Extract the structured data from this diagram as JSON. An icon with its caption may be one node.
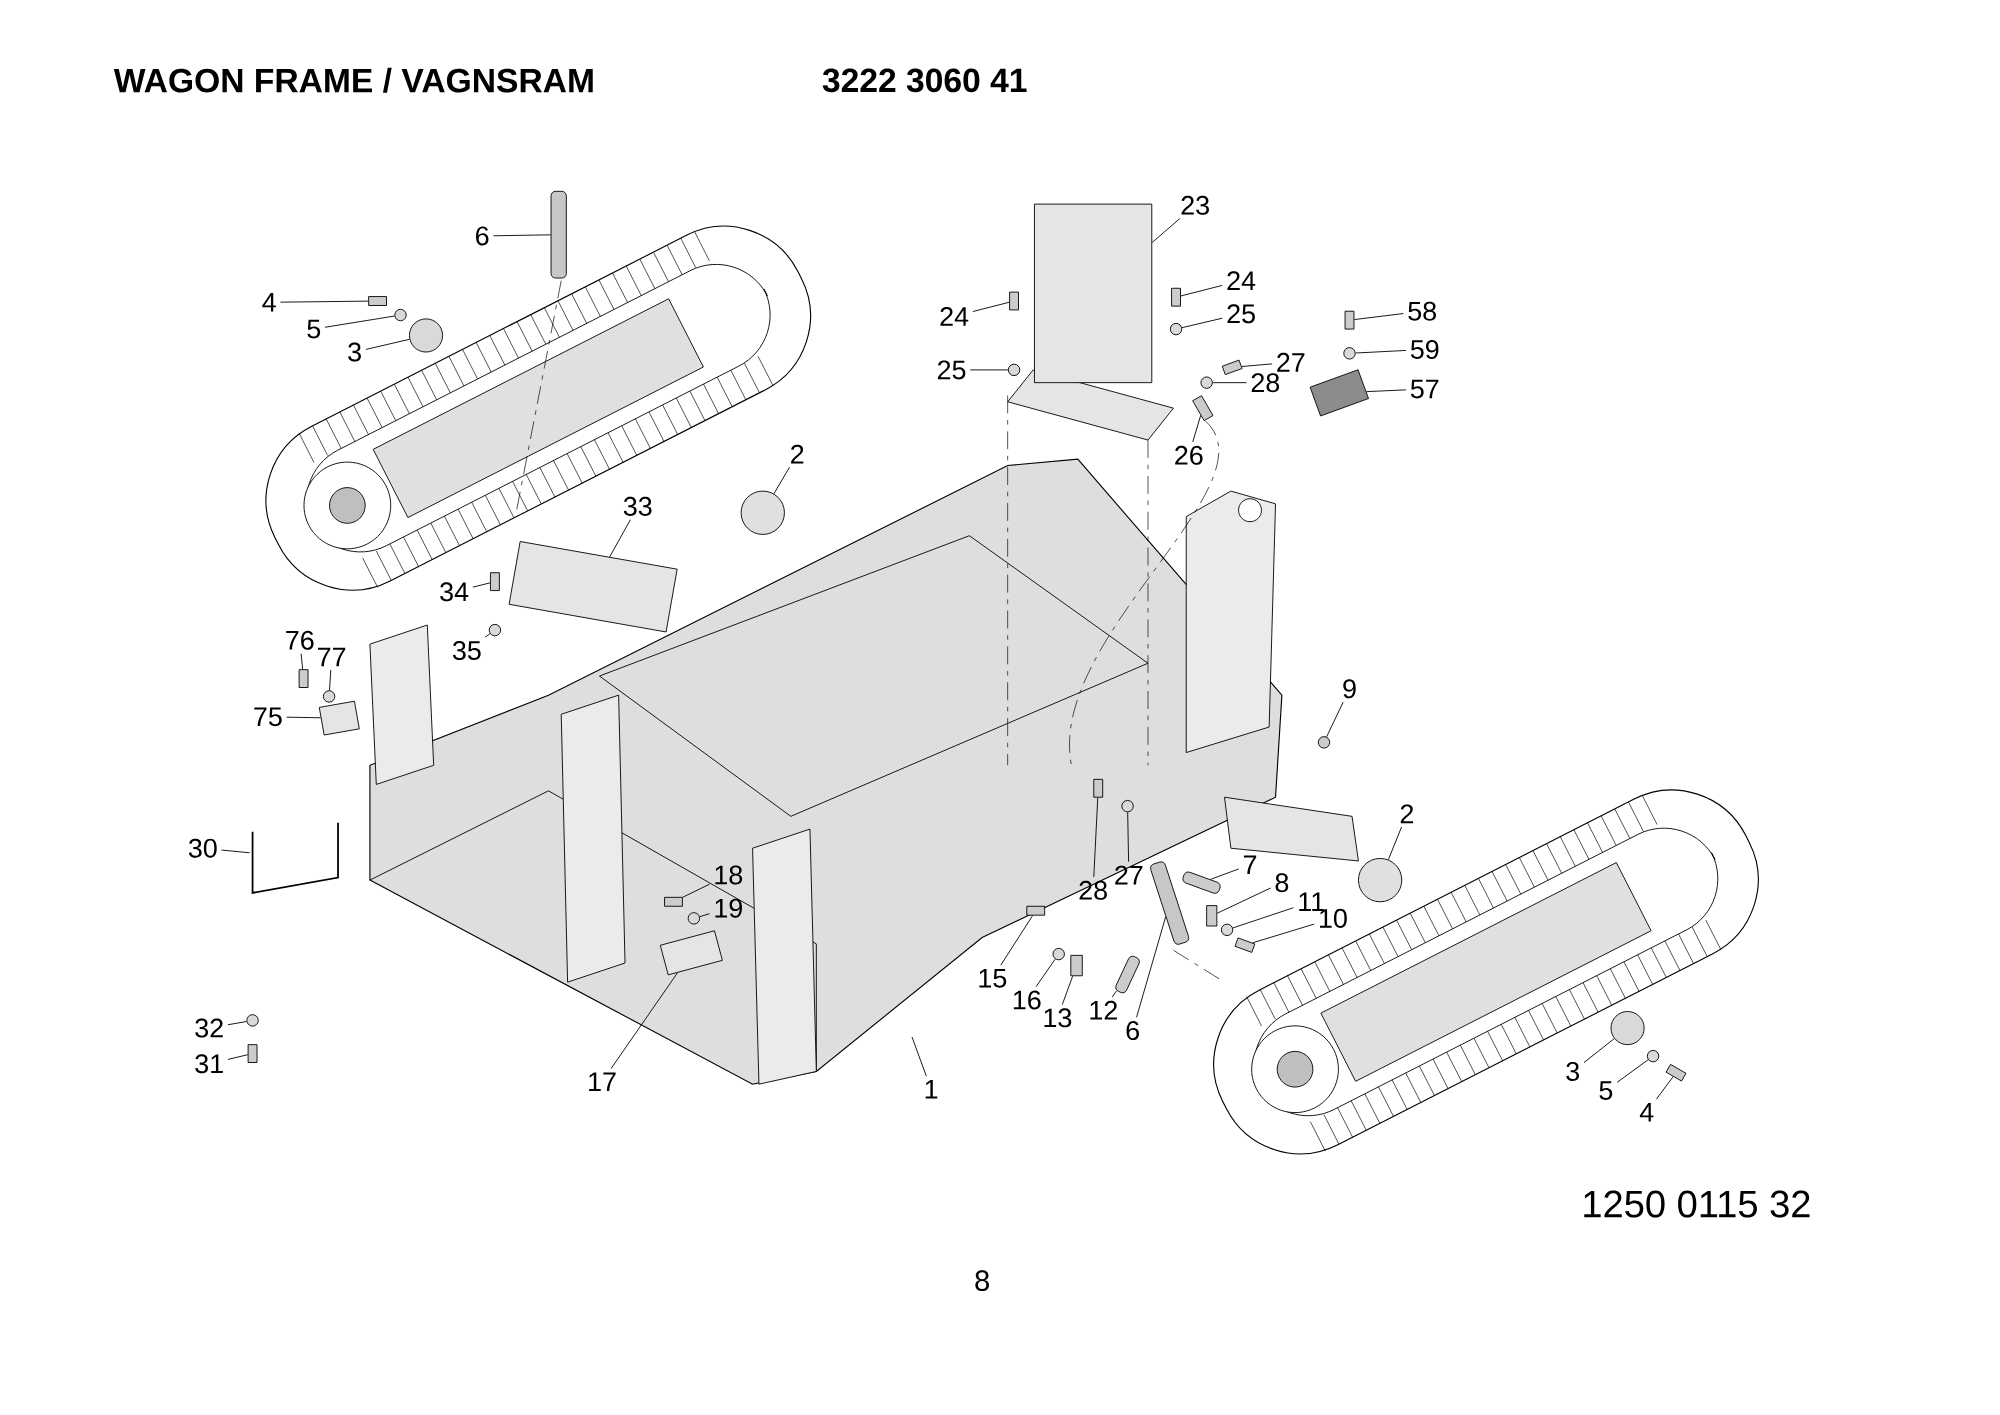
{
  "diagram": {
    "title": "WAGON FRAME / VAGNSRAM",
    "nodes": [
      {
        "text": [
          "6"
        ]
      },
      {
        "text": [
          "4"
        ]
      },
      {
        "text": [
          "5"
        ]
      },
      {
        "text": [
          "3"
        ]
      },
      {
        "text": [
          "23"
        ]
      },
      {
        "text": [
          "24"
        ]
      },
      {
        "text": [
          "24"
        ]
      },
      {
        "text": [
          "25"
        ]
      },
      {
        "text": [
          "25"
        ]
      },
      {
        "text": [
          "27"
        ]
      },
      {
        "text": [
          "28"
        ]
      },
      {
        "text": [
          "58"
        ]
      },
      {
        "text": [
          "59"
        ]
      },
      {
        "text": [
          "57"
        ]
      },
      {
        "text": [
          "26"
        ]
      },
      {
        "text": [
          "2"
        ]
      },
      {
        "text": [
          "33"
        ]
      },
      {
        "text": [
          "34"
        ]
      },
      {
        "text": [
          "35"
        ]
      },
      {
        "text": [
          "76"
        ]
      },
      {
        "text": [
          "77"
        ]
      },
      {
        "text": [
          "75"
        ]
      },
      {
        "text": [
          "9"
        ]
      },
      {
        "text": [
          "2"
        ]
      },
      {
        "text": [
          "30"
        ]
      },
      {
        "text": [
          "18"
        ]
      },
      {
        "text": [
          "19"
        ]
      },
      {
        "text": [
          "28"
        ]
      },
      {
        "text": [
          "27"
        ]
      },
      {
        "text": [
          "7"
        ]
      },
      {
        "text": [
          "8"
        ]
      },
      {
        "text": [
          "11"
        ]
      },
      {
        "text": [
          "10"
        ]
      },
      {
        "text": [
          "15"
        ]
      },
      {
        "text": [
          "16"
        ]
      },
      {
        "text": [
          "13"
        ]
      },
      {
        "text": [
          "12"
        ]
      },
      {
        "text": [
          "6"
        ]
      },
      {
        "text": [
          "32"
        ]
      },
      {
        "text": [
          "31"
        ]
      },
      {
        "text": [
          "17"
        ]
      },
      {
        "text": [
          "1"
        ]
      },
      {
        "text": [
          "3"
        ]
      },
      {
        "text": [
          "5"
        ]
      },
      {
        "text": [
          "4"
        ]
      },
      {
        "text": [],
        "shape": "box"
      },
      {
        "text": [],
        "shape": "circle"
      },
      {
        "text": [],
        "shape": "circle"
      },
      {
        "text": [],
        "shape": "circle"
      },
      {
        "text": [],
        "shape": "box"
      },
      {
        "text": [],
        "shape": "circle"
      },
      {
        "text": [],
        "shape": "cylinder"
      },
      {
        "text": [],
        "shape": "circle"
      },
      {
        "text": [],
        "shape": "circle"
      },
      {
        "text": [],
        "shape": "box"
      },
      {
        "text": [],
        "shape": "cylinder"
      },
      {
        "text": [],
        "shape": "cylinder"
      },
      {
        "text": [],
        "shape": "box"
      },
      {
        "text": [],
        "shape": "box"
      },
      {
        "text": [],
        "shape": "box"
      },
      {
        "text": [],
        "shape": "box"
      },
      {
        "text": [],
        "shape": "circle"
      },
      {
        "text": [],
        "shape": "box"
      },
      {
        "text": [],
        "shape": "box"
      },
      {
        "text": [],
        "shape": "box"
      },
      {
        "text": [],
        "shape": "circle"
      },
      {
        "text": [],
        "shape": "circle"
      },
      {
        "text": [],
        "shape": "box"
      },
      {
        "text": [],
        "shape": "box"
      },
      {
        "text": [],
        "shape": "box"
      },
      {
        "text": [],
        "shape": "circle"
      },
      {
        "text": [],
        "shape": "box"
      },
      {
        "text": [],
        "shape": "circle"
      },
      {
        "text": [],
        "shape": "circle"
      },
      {
        "text": [],
        "shape": "circle"
      },
      {
        "text": [],
        "shape": "picture"
      },
      {
        "text": [],
        "shape": "box"
      },
      {
        "text": [],
        "shape": "circle"
      },
      {
        "text": [],
        "shape": "box"
      },
      {
        "text": [],
        "shape": "circle"
      },
      {
        "text": [],
        "shape": "cylinder"
      },
      {
        "text": [],
        "shape": "box"
      },
      {
        "text": [],
        "shape": "circle"
      },
      {
        "text": [],
        "shape": "box"
      },
      {
        "text": [],
        "shape": "box"
      },
      {
        "text": [],
        "shape": "circle"
      },
      {
        "text": [],
        "shape": "box"
      },
      {
        "text": [],
        "shape": "circle"
      },
      {
        "text": [],
        "shape": "box"
      }
    ],
    "edges": [
      {
        "from": 0,
        "to": 56,
        "arrow": "none"
      },
      {
        "from": 1,
        "to": 45,
        "arrow": "none"
      },
      {
        "from": 2,
        "to": 46,
        "arrow": "none"
      },
      {
        "from": 3,
        "to": 47,
        "arrow": "none"
      },
      {
        "from": 4,
        "to": 62,
        "arrow": "none"
      },
      {
        "from": 5,
        "to": 63,
        "arrow": "none"
      },
      {
        "from": 6,
        "to": 64,
        "arrow": "none"
      },
      {
        "from": 7,
        "to": 65,
        "arrow": "none"
      },
      {
        "from": 8,
        "to": 66,
        "arrow": "none"
      },
      {
        "from": 9,
        "to": 49,
        "arrow": "none"
      },
      {
        "from": 10,
        "to": 50,
        "arrow": "none"
      },
      {
        "from": 11,
        "to": 60,
        "arrow": "none"
      },
      {
        "from": 12,
        "to": 61,
        "arrow": "none"
      },
      {
        "from": 13,
        "to": 57,
        "arrow": "none"
      },
      {
        "from": 14,
        "to": 67,
        "arrow": "none"
      },
      {
        "from": 15,
        "to": 48,
        "arrow": "none"
      },
      {
        "from": 16,
        "to": 68,
        "arrow": "none"
      },
      {
        "from": 17,
        "to": 69,
        "arrow": "none"
      },
      {
        "from": 18,
        "to": 70,
        "arrow": "none"
      },
      {
        "from": 19,
        "to": 71,
        "arrow": "none"
      },
      {
        "from": 20,
        "to": 72,
        "arrow": "none"
      },
      {
        "from": 21,
        "to": 59,
        "arrow": "none"
      },
      {
        "from": 22,
        "to": 73,
        "arrow": "none"
      },
      {
        "from": 23,
        "to": 74,
        "arrow": "none"
      },
      {
        "from": 24,
        "to": 75,
        "arrow": "none"
      },
      {
        "from": 25,
        "to": 76,
        "arrow": "none"
      },
      {
        "from": 26,
        "to": 77,
        "arrow": "none"
      },
      {
        "from": 27,
        "to": 78,
        "arrow": "none"
      },
      {
        "from": 28,
        "to": 79,
        "arrow": "none"
      },
      {
        "from": 29,
        "to": 80,
        "arrow": "none"
      },
      {
        "from": 30,
        "to": 81,
        "arrow": "none"
      },
      {
        "from": 31,
        "to": 82,
        "arrow": "none"
      },
      {
        "from": 32,
        "to": 83,
        "arrow": "none"
      },
      {
        "from": 33,
        "to": 84,
        "arrow": "none"
      },
      {
        "from": 34,
        "to": 85,
        "arrow": "none"
      },
      {
        "from": 35,
        "to": 86,
        "arrow": "none"
      },
      {
        "from": 36,
        "to": 51,
        "arrow": "none"
      },
      {
        "from": 37,
        "to": 55,
        "arrow": "none"
      },
      {
        "from": 38,
        "to": 87,
        "arrow": "none"
      },
      {
        "from": 39,
        "to": 88,
        "arrow": "none"
      },
      {
        "from": 40,
        "to": 58,
        "arrow": "none"
      },
      {
        "from": 41,
        "to": null,
        "arrow": "none"
      },
      {
        "from": 42,
        "to": 52,
        "arrow": "none"
      },
      {
        "from": 43,
        "to": 53,
        "arrow": "none"
      },
      {
        "from": 44,
        "to": 54,
        "arrow": "none"
      }
    ],
    "labels": [
      "3222 3060 41",
      "1250 0115 32",
      "8"
    ]
  }
}
